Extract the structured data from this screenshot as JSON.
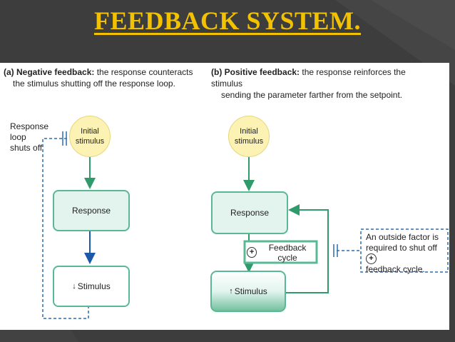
{
  "slide": {
    "title": "FEEDBACK SYSTEM."
  },
  "negative": {
    "label_prefix": "(a) Negative feedback:",
    "label_rest": " the response counteracts",
    "label_line2": "the stimulus shutting off the response loop.",
    "loop_note_line1": "Response loop",
    "loop_note_line2": "shuts off",
    "initial_line1": "Initial",
    "initial_line2": "stimulus",
    "response": "Response",
    "stimulus": "Stimulus",
    "stimulus_arrow": "down"
  },
  "positive": {
    "label_prefix": "(b) Positive feedback:",
    "label_rest": " the response reinforces the stimulus",
    "label_line2": "sending the parameter farther from the setpoint.",
    "initial_line1": "Initial",
    "initial_line2": "stimulus",
    "response": "Response",
    "stimulus": "Stimulus",
    "stimulus_arrow": "up",
    "cycle_sign": "+",
    "cycle_label": "Feedback cycle",
    "outside_line1": "An outside factor is",
    "outside_line2": "required to shut off",
    "outside_line3": "feedback cycle.",
    "outside_sign": "+"
  },
  "colors": {
    "title": "#f2c200",
    "arrow_green": "#2f9a6a",
    "arrow_blue": "#1a5aa8",
    "dashed": "#2b6cb0",
    "box_fill": "#e3f4ee",
    "box_border": "#5ab894"
  }
}
